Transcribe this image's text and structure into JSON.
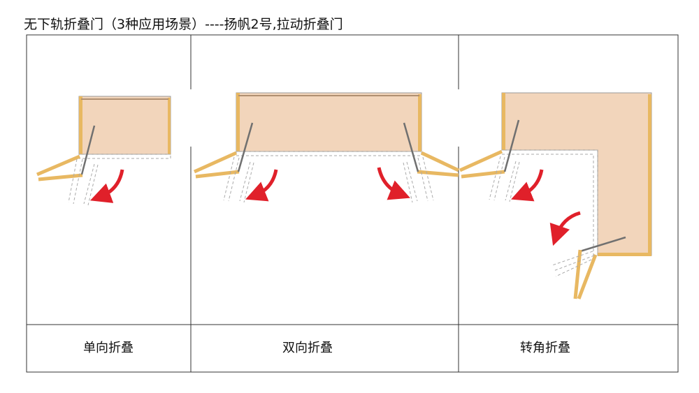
{
  "title": "无下轨折叠门（3种应用场景）----扬帆2号,拉动折叠门",
  "scenarios": [
    {
      "label": "单向折叠"
    },
    {
      "label": "双向折叠"
    },
    {
      "label": "转角折叠"
    }
  ],
  "colors": {
    "room": "#f2d5bb",
    "frame": "#e8b862",
    "arrow": "#e0202a",
    "rod": "#707070"
  }
}
